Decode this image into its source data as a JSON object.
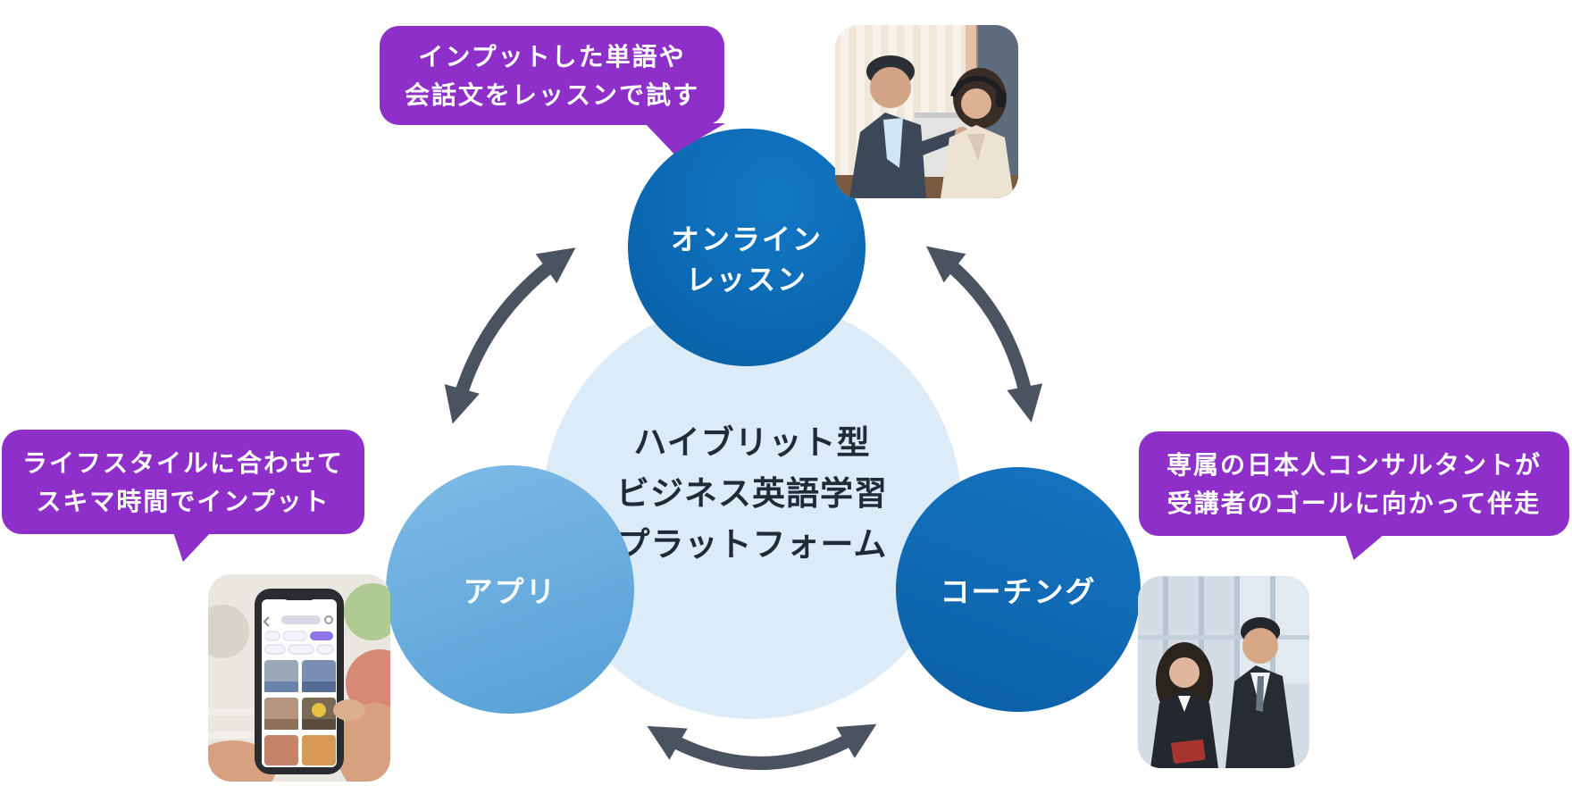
{
  "colors": {
    "bubble_purple": "#8e2fc9",
    "circle_dark_blue": "#0c6db9",
    "circle_medium_blue": "#0f67b2",
    "circle_light_blue": "#6cade0",
    "circle_pale_blue": "#dcebf8",
    "arrow_gray": "#4b5361",
    "center_text": "#212b38",
    "label_text": "#ffffff"
  },
  "center": {
    "lines": [
      "ハイブリット型",
      "ビジネス英語学習",
      "プラットフォーム"
    ]
  },
  "nodes": {
    "online_lesson": {
      "lines": [
        "オンライン",
        "レッスン"
      ]
    },
    "app": {
      "label": "アプリ"
    },
    "coaching": {
      "label": "コーチング"
    }
  },
  "callouts": {
    "lesson": {
      "lines": [
        "インプットした単語や",
        "会話文をレッスンで試す"
      ]
    },
    "app": {
      "lines": [
        "ライフスタイルに合わせて",
        "スキマ時間でインプット"
      ]
    },
    "coaching": {
      "lines": [
        "専属の日本人コンサルタントが",
        "受講者のゴールに向かって伴走"
      ]
    }
  }
}
